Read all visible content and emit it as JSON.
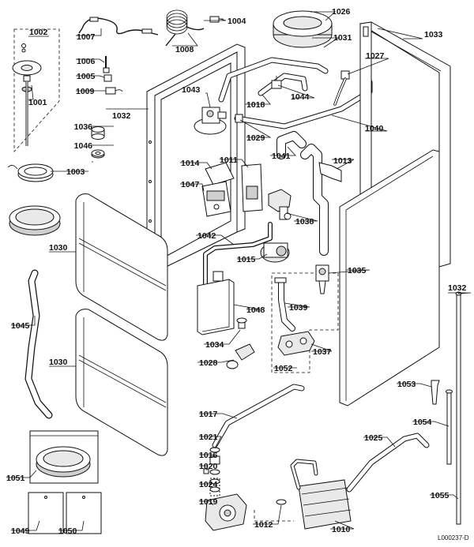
{
  "diagram": {
    "reference": "L000237-D",
    "labels": {
      "p1001": "1001",
      "p1002": "1002",
      "p1003": "1003",
      "p1004": "1004",
      "p1005": "1005",
      "p1006": "1006",
      "p1007": "1007",
      "p1008": "1008",
      "p1009": "1009",
      "p1010": "1010",
      "p1011": "1011",
      "p1012": "1012",
      "p1013": "1013",
      "p1014": "1014",
      "p1015": "1015",
      "p1016": "1016",
      "p1017": "1017",
      "p1018": "1018",
      "p1019": "1019",
      "p1020": "1020",
      "p1021": "1021",
      "p1024": "1024",
      "p1025": "1025",
      "p1026": "1026",
      "p1027": "1027",
      "p1028": "1028",
      "p1029": "1029",
      "p1030a": "1030",
      "p1030b": "1030",
      "p1031": "1031",
      "p1032a": "1032",
      "p1032b": "1032",
      "p1033": "1033",
      "p1034": "1034",
      "p1035": "1035",
      "p1036": "1036",
      "p1037": "1037",
      "p1038": "1038",
      "p1039": "1039",
      "p1040": "1040",
      "p1041": "1041",
      "p1042": "1042",
      "p1043": "1043",
      "p1044": "1044",
      "p1045": "1045",
      "p1046": "1046",
      "p1047": "1047",
      "p1048": "1048",
      "p1049": "1049",
      "p1050": "1050",
      "p1051": "1051",
      "p1052": "1052",
      "p1053": "1053",
      "p1054": "1054",
      "p1055": "1055"
    }
  }
}
